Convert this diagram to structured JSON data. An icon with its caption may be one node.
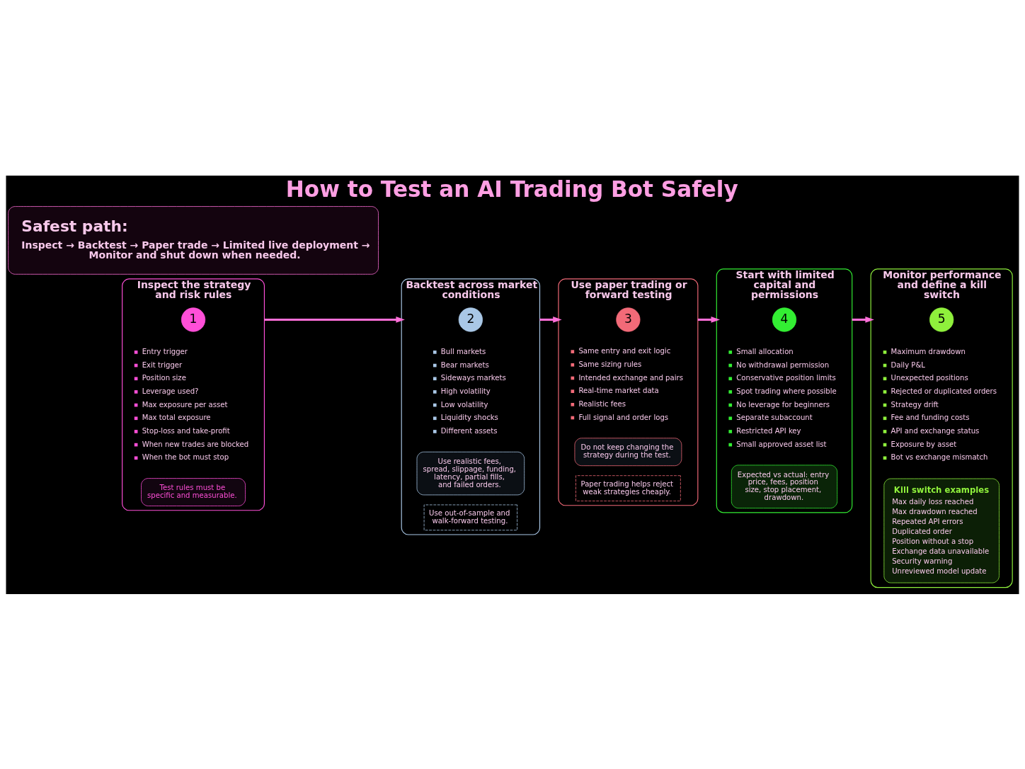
{
  "diagram": {
    "title": "How to Test an AI Trading Bot Safely",
    "nodes": [
      {
        "text": [
          "Inspect the strategy and risk rules"
        ]
      },
      {
        "text": [
          "1"
        ],
        "in": 0
      },
      {
        "text": [
          "Entry trigger",
          "Exit trigger",
          "Position size",
          "Leverage used?",
          "Max exposure per asset",
          "Max total exposure",
          "Stop-loss and take-profit",
          "When new trades are blocked",
          "When the bot must stop"
        ],
        "in": 0
      },
      {
        "text": [
          "Test rules must be specific and measurable."
        ],
        "in": 0
      },
      {
        "text": [
          "Backtest across market conditions"
        ]
      },
      {
        "text": [
          "2"
        ],
        "in": 4
      },
      {
        "text": [
          "Bull markets",
          "Bear markets",
          "Sideways markets",
          "High volatility",
          "Low volatility",
          "Liquidity shocks",
          "Different assets"
        ],
        "in": 4
      },
      {
        "text": [
          "Use realistic fees, spread, slippage, funding, latency, partial fills, and failed orders."
        ],
        "in": 4
      },
      {
        "text": [
          "Use out-of-sample and walk-forward testing."
        ],
        "in": 4
      },
      {
        "text": [
          "Use paper trading or forward testing"
        ]
      },
      {
        "text": [
          "3"
        ],
        "in": 9
      },
      {
        "text": [
          "Same entry and exit logic",
          "Same sizing rules",
          "Intended exchange and pairs",
          "Real-time market data",
          "Realistic fees",
          "Full signal and order logs"
        ],
        "in": 9
      },
      {
        "text": [
          "Do not keep changing the strategy during the test."
        ],
        "in": 9
      },
      {
        "text": [
          "Paper trading helps reject weak strategies cheaply."
        ],
        "in": 9
      },
      {
        "text": [
          "Start with limited capital and permissions"
        ]
      },
      {
        "text": [
          "4"
        ],
        "in": 14
      },
      {
        "text": [
          "Small allocation",
          "No withdrawal permission",
          "Conservative position limits",
          "Spot trading where possible",
          "No leverage for beginners",
          "Separate subaccount",
          "Restricted API key",
          "Small approved asset list"
        ],
        "in": 14
      },
      {
        "text": [
          "Expected vs actual: entry price, fees, position size, stop placement, drawdown."
        ],
        "in": 14
      },
      {
        "text": [
          "Monitor performance and define a kill switch"
        ]
      },
      {
        "text": [
          "5"
        ],
        "in": 18
      },
      {
        "text": [
          "Maximum drawdown",
          "Daily P&L",
          "Unexpected positions",
          "Rejected or duplicated orders",
          "Strategy drift",
          "Fee and funding costs",
          "API and exchange status",
          "Exposure by asset",
          "Bot vs exchange mismatch"
        ],
        "in": 18
      },
      {
        "text": [
          "Kill switch examples",
          "Max daily loss reached",
          "Max drawdown reached",
          "Repeated API errors",
          "Duplicated order",
          "Position without a stop",
          "Exchange data unavailable",
          "Security warning",
          "Unreviewed model update"
        ],
        "in": 18
      },
      {
        "text": [
          "Safest path:",
          "Inspect → Backtest → Paper trade → Limited live deployment → Monitor and shut down when needed."
        ]
      }
    ],
    "edges": [
      {
        "from": 0,
        "to": 4,
        "arrow": "to"
      },
      {
        "from": 4,
        "to": 9,
        "arrow": "to"
      },
      {
        "from": 9,
        "to": 14,
        "arrow": "to"
      },
      {
        "from": 14,
        "to": 18,
        "arrow": "to"
      }
    ]
  }
}
